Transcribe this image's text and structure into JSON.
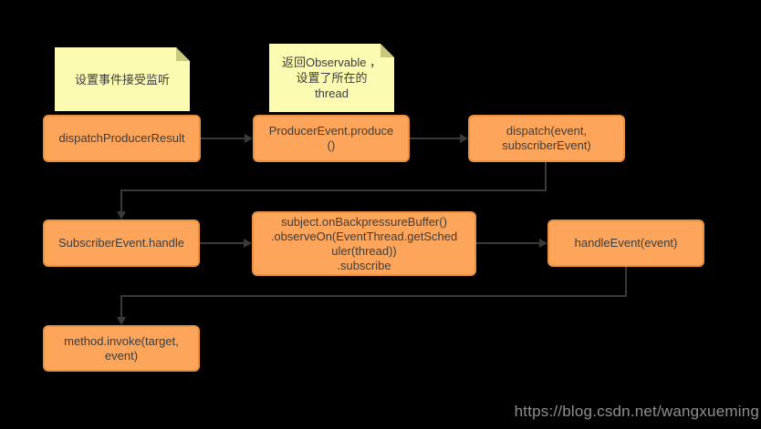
{
  "colors": {
    "background": "#000000",
    "node_fill": "#fca55b",
    "node_border": "#e8913f",
    "node_text": "#3d3d3d",
    "note_fill": "#fbfbb1",
    "note_fold": "#c9c97d",
    "connector": "#3a3a3a",
    "watermark": "#8f8f8f"
  },
  "notes": [
    {
      "text": "设置事件接受监听"
    },
    {
      "text": "返回Observable ，\n设置了所在的\nthread"
    }
  ],
  "nodes": [
    {
      "label": "dispatchProducerResult"
    },
    {
      "label": "ProducerEvent.produce\n()"
    },
    {
      "label": "dispatch(event,\nsubscriberEvent)"
    },
    {
      "label": "SubscriberEvent.handle"
    },
    {
      "label": "subject.onBackpressureBuffer()\n.observeOn(EventThread.getSched\nuler(thread))\n.subscribe"
    },
    {
      "label": "handleEvent(event)"
    },
    {
      "label": "method.invoke(target,\nevent)"
    }
  ],
  "watermark": "https://blog.csdn.net/wangxueming"
}
